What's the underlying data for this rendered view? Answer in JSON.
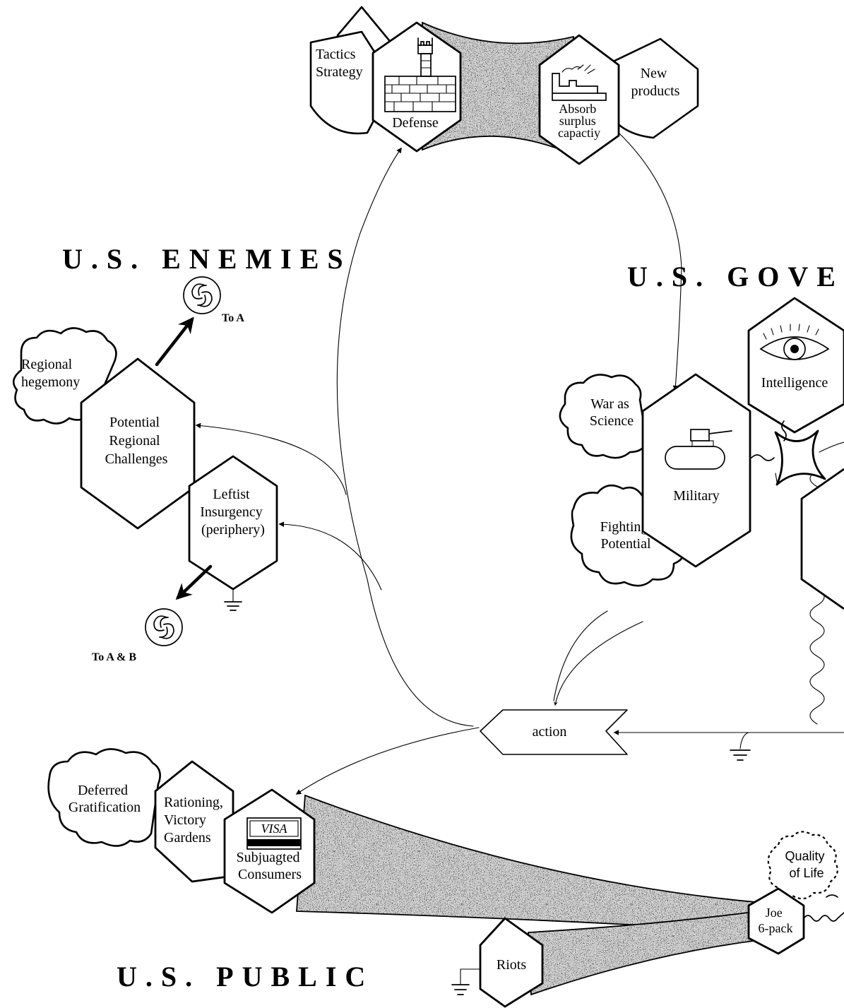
{
  "headings": {
    "enemies": "U.S. ENEMIES",
    "government": "U.S. GOVER",
    "public": "U.S. PUBLIC"
  },
  "nodes": {
    "tactics_strategy": [
      "Tactics",
      "Strategy"
    ],
    "defense": "Defense",
    "absorb": [
      "Absorb",
      "surplus",
      "capactiy"
    ],
    "new_products": [
      "New",
      "products"
    ],
    "regional_hegemony": [
      "Regional",
      "hegemony"
    ],
    "potential_regional_challenges": [
      "Potential",
      "Regional",
      "Challenges"
    ],
    "leftist_insurgency": [
      "Leftist",
      "Insurgency",
      "(periphery)"
    ],
    "intelligence": "Intelligence",
    "war_as_science": [
      "War as",
      "Science"
    ],
    "military": "Military",
    "fighting_potential": [
      "Fighting",
      "Potential"
    ],
    "action": "action",
    "deferred_gratification": [
      "Deferred",
      "Gratification"
    ],
    "rationing": [
      "Rationing,",
      "Victory",
      "Gardens"
    ],
    "visa": "VISA",
    "subjugated_consumers": [
      "Subjuagted",
      "Consumers"
    ],
    "quality_of_life": [
      "Quality",
      "of Life"
    ],
    "joe_six_pack": [
      "Joe",
      "6-pack"
    ],
    "riots": "Riots"
  },
  "captions": {
    "to_a": "To A",
    "to_a_and_b": "To A & B"
  },
  "icons": [
    "castle-tower-icon",
    "factory-icon",
    "eye-icon",
    "tank-icon",
    "credit-card-icon",
    "spiral-vortex-icon",
    "ground-symbol-icon"
  ]
}
